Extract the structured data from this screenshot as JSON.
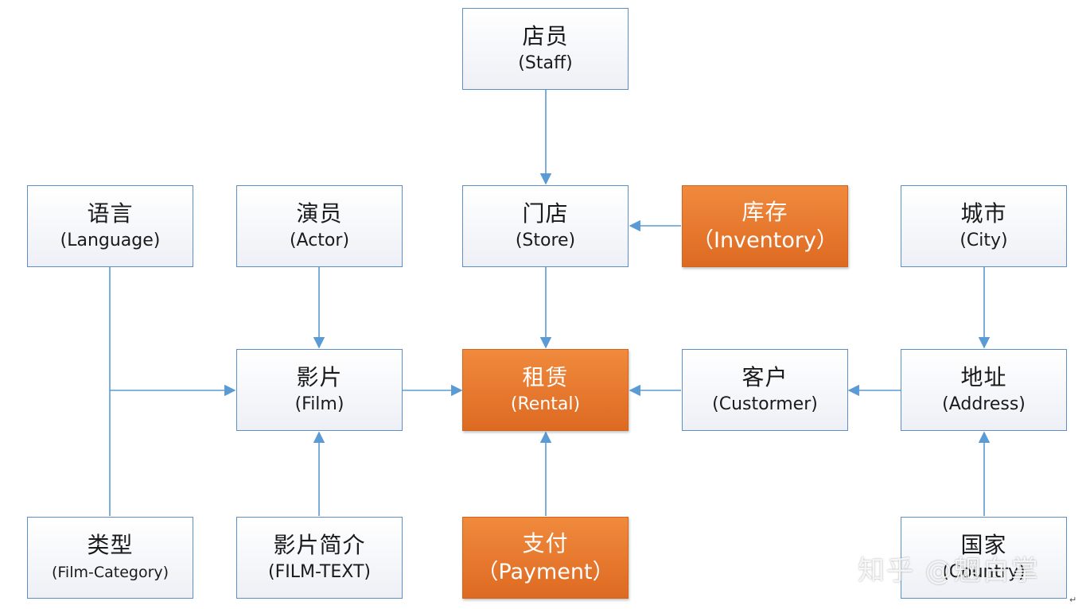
{
  "nodes": {
    "staff": {
      "cn": "店员",
      "en": "(Staff)"
    },
    "language": {
      "cn": "语言",
      "en": "(Language)"
    },
    "actor": {
      "cn": "演员",
      "en": "(Actor)"
    },
    "store": {
      "cn": "门店",
      "en": "(Store)"
    },
    "inventory": {
      "cn": "库存",
      "en": "（Inventory）"
    },
    "city": {
      "cn": "城市",
      "en": "(City)"
    },
    "film": {
      "cn": "影片",
      "en": "(Film)"
    },
    "rental": {
      "cn": "租赁",
      "en": "(Rental)"
    },
    "customer": {
      "cn": "客户",
      "en": "(Custormer)"
    },
    "address": {
      "cn": "地址",
      "en": "(Address)"
    },
    "category": {
      "cn": "类型",
      "en": "(Film-Category)"
    },
    "filmtext": {
      "cn": "影片简介",
      "en": "(FILM-TEXT)"
    },
    "payment": {
      "cn": "支付",
      "en": "（Payment）"
    },
    "country": {
      "cn": "国家",
      "en": "(Country)"
    }
  },
  "colors": {
    "line": "#5b9bd5",
    "box_border": "#5b8fc5",
    "highlight": "#ed7d31"
  },
  "watermark": "知乎 @魍白掌",
  "return_mark": "↵"
}
